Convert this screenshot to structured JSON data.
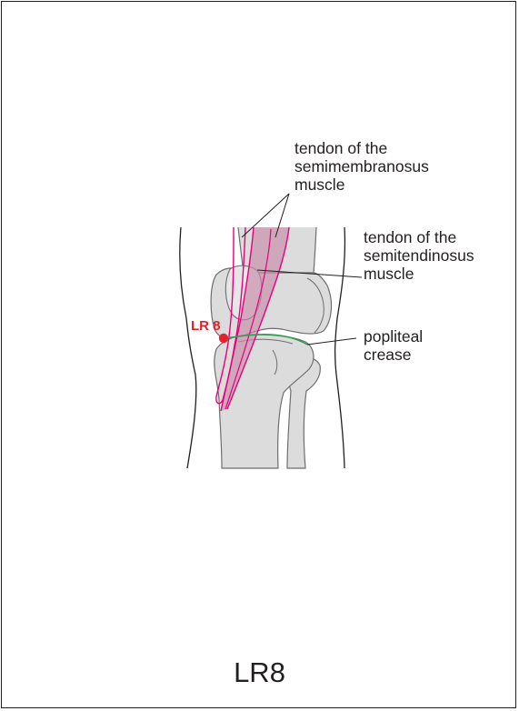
{
  "figure": {
    "acupoint": {
      "label": "LR 8",
      "color": "#e4222b"
    },
    "annotations": {
      "semimembranosus": [
        "tendon of the",
        "semimembranosus",
        "muscle"
      ],
      "semitendinosus": [
        "tendon of the",
        "semitendinosus",
        "muscle"
      ],
      "popliteal_crease": [
        "popliteal",
        "crease"
      ]
    },
    "colors": {
      "bone_fill": "#dcdcdc",
      "bone_stroke": "#6d6e71",
      "tendon_stroke": "#e6007e",
      "tendon_fill": "#c78aa8",
      "crease": "#2e9d4e",
      "outline": "#231f20"
    }
  },
  "caption": "LR8"
}
